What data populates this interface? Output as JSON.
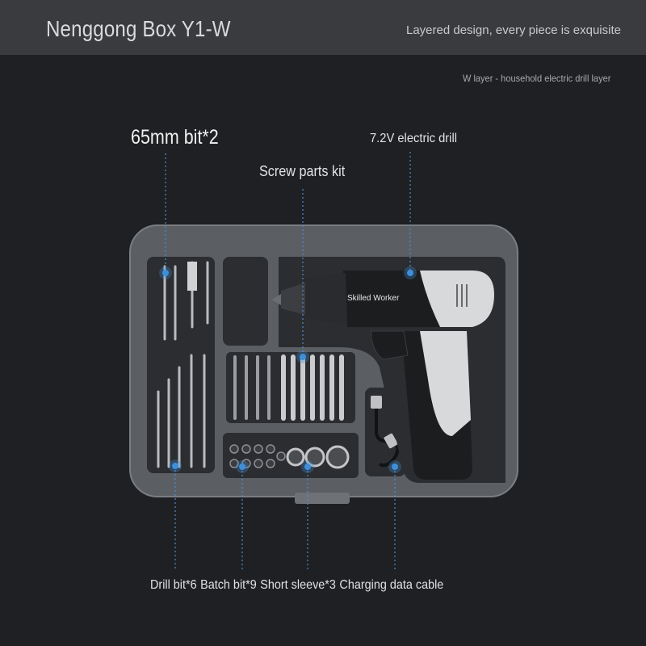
{
  "header": {
    "title": "Nenggong Box Y1-W",
    "tagline": "Layered design, every piece is exquisite"
  },
  "subtitle": "W layer - household electric drill layer",
  "callouts": {
    "bits_65mm": "65mm bit*2",
    "electric_drill": "7.2V electric drill",
    "screw_kit": "Screw parts kit"
  },
  "bottom_labels": {
    "drill_bits": "Drill bit*6",
    "batch_bits": "Batch bit*9",
    "short_sleeve": "Short sleeve*3",
    "charging_cable": "Charging data cable"
  },
  "drill_brand": "Skilled Worker",
  "colors": {
    "background": "#1f2023",
    "header_bar": "#3a3b3e",
    "case_gray": "#5b5f64",
    "drill_black": "#1c1d1f",
    "drill_white": "#d8d9db",
    "callout_dot": "#3f8fd8"
  }
}
